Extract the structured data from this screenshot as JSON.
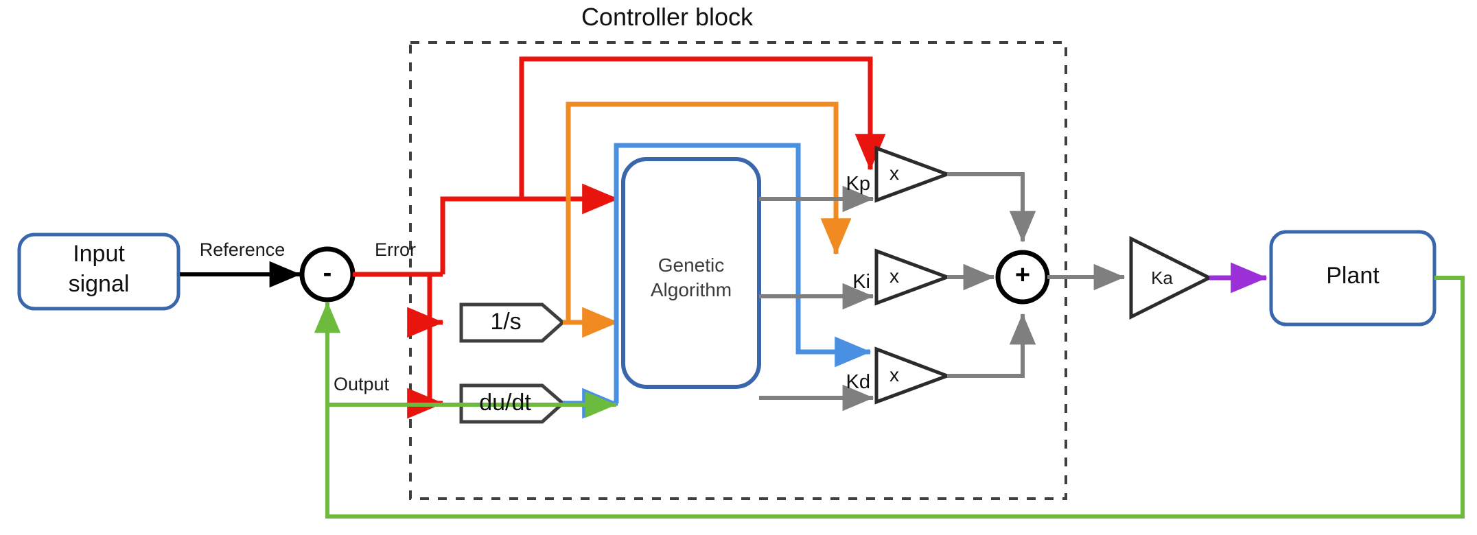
{
  "diagram": {
    "title": "Controller block",
    "blocks": {
      "input_signal": "Input\nsignal",
      "input_signal_line1": "Input",
      "input_signal_line2": "signal",
      "integrator": "1/s",
      "derivative": "du/dt",
      "genetic_algorithm_line1": "Genetic",
      "genetic_algorithm_line2": "Algorithm",
      "plant": "Plant",
      "actuator_gain": "Ka"
    },
    "signals": {
      "reference": "Reference",
      "error": "Error",
      "output": "Output"
    },
    "summing_junctions": {
      "error_junction_sign": "-",
      "adder_sign": "+"
    },
    "gains": {
      "kp": "Kp",
      "ki": "Ki",
      "kd": "Kd"
    },
    "multipliers": {
      "kp_mul": "x",
      "ki_mul": "x",
      "kd_mul": "x"
    },
    "colors": {
      "block_border_blue": "#3a66ab",
      "error_red": "#e8150f",
      "integral_orange": "#f18a21",
      "derivative_blue": "#4a90e2",
      "feedback_green": "#6cbb3c",
      "actuator_purple": "#9b30d9",
      "signal_gray": "#7f7f7f",
      "reference_black": "#000000",
      "dashed_boundary": "#3f3f3f"
    }
  }
}
